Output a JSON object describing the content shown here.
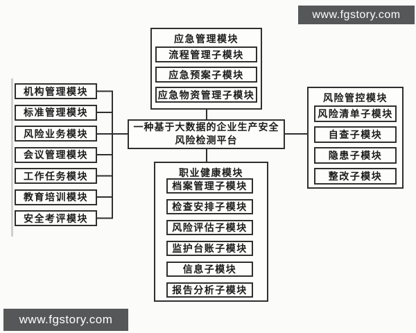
{
  "watermarks": {
    "top_right": "www.fgstory.com",
    "bottom_left": "www.fgstory.com"
  },
  "colors": {
    "banner_bg": "#565759",
    "banner_text": "#ffffff",
    "line": "#2f2f2f",
    "box_bg": "#fdfdfc",
    "text": "#1b1b1b",
    "background": "#fbfbfa"
  },
  "diagram": {
    "root": {
      "lines": [
        "一种基于大数据的企业生产安全",
        "风险检测平台"
      ]
    },
    "left_modules": [
      "机构管理模块",
      "标准管理模块",
      "风险业务模块",
      "会议管理模块",
      "工作任务模块",
      "教育培训模块",
      "安全考评模块"
    ],
    "top_group": {
      "title": "应急管理模块",
      "children": [
        "流程管理子模块",
        "应急预案子模块",
        "应急物资管理子模块"
      ]
    },
    "right_group": {
      "title": "风险管控模块",
      "children": [
        "风险清单子模块",
        "自查子模块",
        "隐患子模块",
        "整改子模块"
      ]
    },
    "bottom_group": {
      "title": "职业健康模块",
      "children": [
        "档案管理子模块",
        "检查安排子模块",
        "风险评估子模块",
        "监护台账子模块",
        "信息子模块",
        "报告分析子模块"
      ]
    }
  }
}
